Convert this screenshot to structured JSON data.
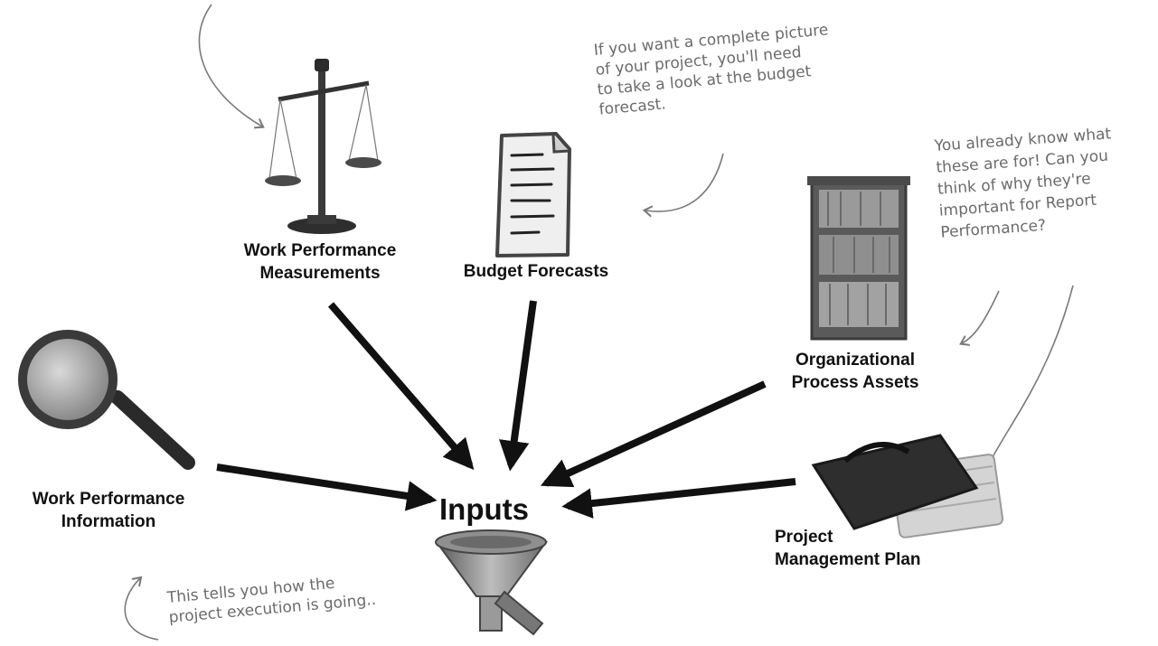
{
  "center": {
    "label": "Inputs"
  },
  "nodes": {
    "work_performance_measurements": {
      "lines": [
        "Work Performance",
        "Measurements"
      ]
    },
    "budget_forecasts": {
      "lines": [
        "Budget Forecasts"
      ]
    },
    "organizational_process_assets": {
      "lines": [
        "Organizational",
        "Process Assets"
      ]
    },
    "work_performance_information": {
      "lines": [
        "Work Performance",
        "Information"
      ]
    },
    "project_management_plan": {
      "lines": [
        "Project",
        "Management Plan"
      ]
    }
  },
  "notes": {
    "budget": [
      "If you want a complete picture",
      "of your project, you'll need",
      "to take a look at the budget",
      "forecast."
    ],
    "assets": [
      "You already know what",
      "these are for! Can you",
      "think of why they're",
      "important for Report",
      "Performance?"
    ],
    "execution": [
      "This tells you how the",
      "project execution is going.."
    ]
  },
  "icons": [
    "scale-icon",
    "document-icon",
    "bookshelf-icon",
    "magnifier-icon",
    "briefcase-icon",
    "funnel-icon"
  ],
  "colors": {
    "arrow": "#111111",
    "handwriting": "#6b6b6b",
    "label": "#111111"
  }
}
